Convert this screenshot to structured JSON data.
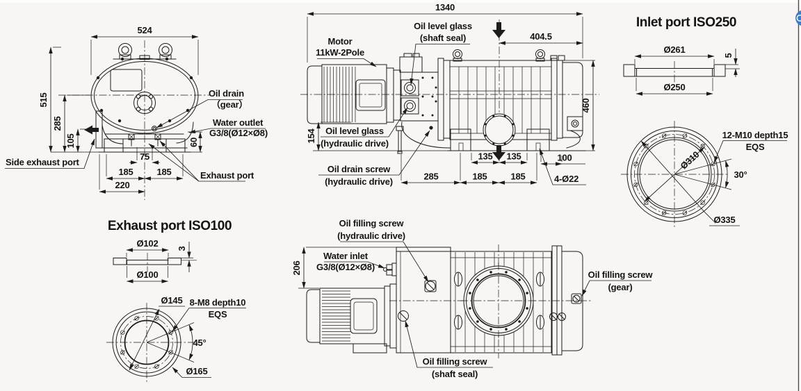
{
  "meta": {
    "background": "#f7f6f4",
    "line_color": "#1c1c1c",
    "accent_blue": "#2e7fe0",
    "border_gray": "#4a4a4a"
  },
  "front_view": {
    "dim_width": "524",
    "dim_height": "515",
    "dim_axis": "285",
    "dim_side_port": "105",
    "dim_exhaust_h": "60",
    "dim_bolt_span": "75",
    "dim_pitch_left": "185",
    "dim_pitch_right": "185",
    "dim_base": "220",
    "label_oil_drain_1": "Oil drain",
    "label_oil_drain_2": "（gear）",
    "label_water_outlet_1": "Water outlet",
    "label_water_outlet_2": "G3/8(Ø12×Ø8)",
    "label_side_exhaust": "Side exhaust port",
    "label_exhaust": "Exhaust port"
  },
  "side_view": {
    "dim_length": "1340",
    "dim_inlet_offset": "404.5",
    "dim_height": "460",
    "dim_motor_gap": "154",
    "dim_foot_l": "135",
    "dim_foot_r": "135",
    "dim_end": "100",
    "dim_a": "285",
    "dim_b": "185",
    "dim_c": "185",
    "label_holes": "4-Ø22",
    "label_motor_1": "Motor",
    "label_motor_2": "11kW-2Pole",
    "label_olg_shaft_1": "Oil level glass",
    "label_olg_shaft_2": "(shaft seal)",
    "label_olg_hyd_1": "Oil level glass",
    "label_olg_hyd_2": "(hydraulic drive)",
    "label_ods_1": "Oil drain screw",
    "label_ods_2": "(hydraulic drive)"
  },
  "top_view": {
    "dim_width": "206",
    "label_ofs_hyd_1": "Oil filling screw",
    "label_ofs_hyd_2": "(hydraulic drive)",
    "label_water_inlet_1": "Water inlet",
    "label_water_inlet_2": "G3/8(Ø12×Ø8)",
    "label_ofs_shaft_1": "Oil filling screw",
    "label_ofs_shaft_2": "(shaft seal)",
    "label_ofs_gear_1": "Oil filling screw",
    "label_ofs_gear_2": "(gear)"
  },
  "inlet_port": {
    "title": "Inlet port  ISO250",
    "dim_od": "Ø261",
    "dim_id": "Ø250",
    "dim_lip": "5",
    "label_bolts_1": "12-M10 depth15",
    "label_bolts_2": "EQS",
    "dim_bcd": "Ø310",
    "dim_angle": "30°",
    "dim_flange_od": "Ø335"
  },
  "exhaust_port": {
    "title": "Exhaust port  ISO100",
    "dim_od": "Ø102",
    "dim_id": "Ø100",
    "dim_lip": "3",
    "dim_bcd": "Ø145",
    "label_bolts_1": "8-M8 depth10",
    "label_bolts_2": "EQS",
    "dim_angle": "45°",
    "dim_flange_od": "Ø165"
  }
}
